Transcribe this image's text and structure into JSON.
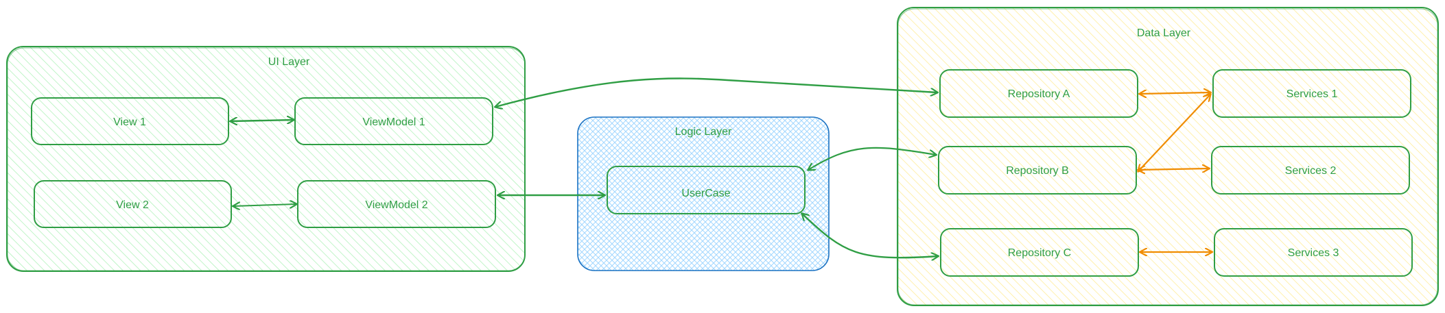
{
  "colors": {
    "green": "#2f9e44",
    "ui_fill": "#b2f2bb",
    "logic_stroke": "#1971c2",
    "logic_fill": "#a5d8ff",
    "data_fill": "#ffec99",
    "orange": "#f08c00"
  },
  "ui_layer": {
    "title": "UI Layer",
    "view1": "View 1",
    "view2": "View 2",
    "viewmodel1": "ViewModel 1",
    "viewmodel2": "ViewModel 2"
  },
  "logic_layer": {
    "title": "Logic Layer",
    "usecase": "UserCase"
  },
  "data_layer": {
    "title": "Data Layer",
    "repo_a": "Repository A",
    "repo_b": "Repository B",
    "repo_c": "Repository C",
    "services1": "Services 1",
    "services2": "Services 2",
    "services3": "Services 3"
  }
}
